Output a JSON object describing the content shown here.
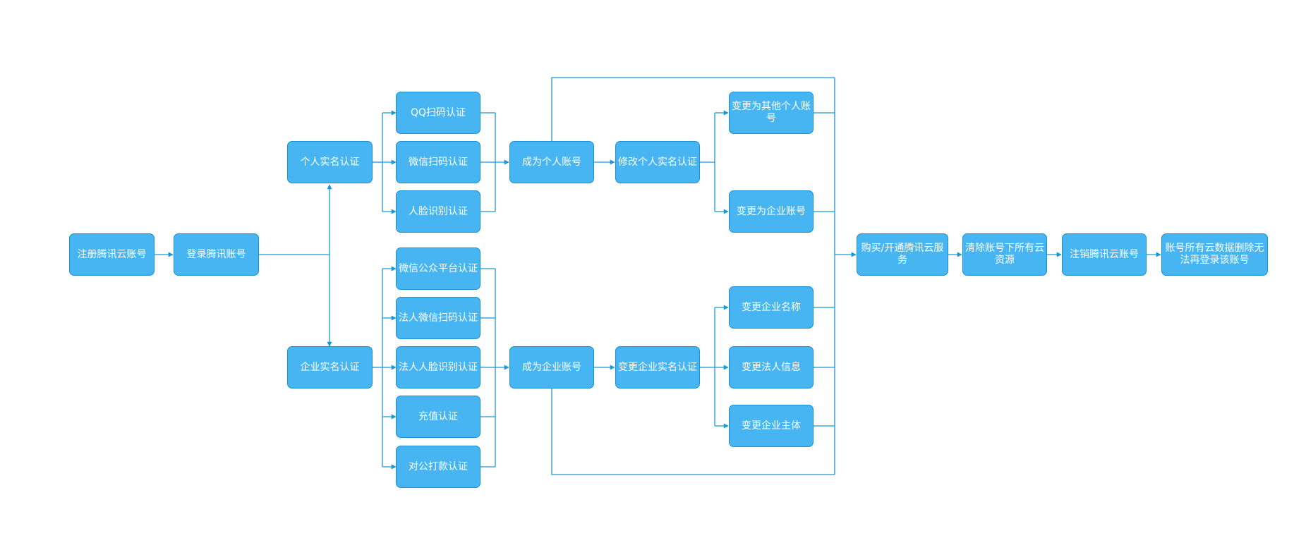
{
  "colors": {
    "node_fill": "#47b5f2",
    "node_border": "#1d8fd3",
    "connector": "#1a97d8",
    "text": "#ffffff"
  },
  "nodes": {
    "register": "注册腾讯云账号",
    "login": "登录腾讯账号",
    "personal_auth": "个人实名认证",
    "enterprise_auth": "企业实名认证",
    "qq_scan": "QQ扫码认证",
    "wechat_scan": "微信扫码认证",
    "face_recognition": "人脸识别认证",
    "wechat_official": "微信公众平台认证",
    "legal_wechat_scan": "法人微信扫码认证",
    "legal_face": "法人人脸识别认证",
    "recharge": "充值认证",
    "corporate_transfer": "对公打款认证",
    "become_personal": "成为个人账号",
    "become_enterprise": "成为企业账号",
    "modify_personal": "修改个人实名认证",
    "change_enterprise": "变更企业实名认证",
    "change_other_personal": "变更为其他个人账号",
    "change_to_enterprise": "变更为企业账号",
    "change_enterprise_name": "变更企业名称",
    "change_legal_info": "变更法人信息",
    "change_entity": "变更企业主体",
    "buy_service": "购买/开通腾讯云服务",
    "clear_resources": "清除账号下所有云资源",
    "cancel_account": "注销腾讯云账号",
    "data_deleted": "账号所有云数据删除无法再登录该账号"
  }
}
